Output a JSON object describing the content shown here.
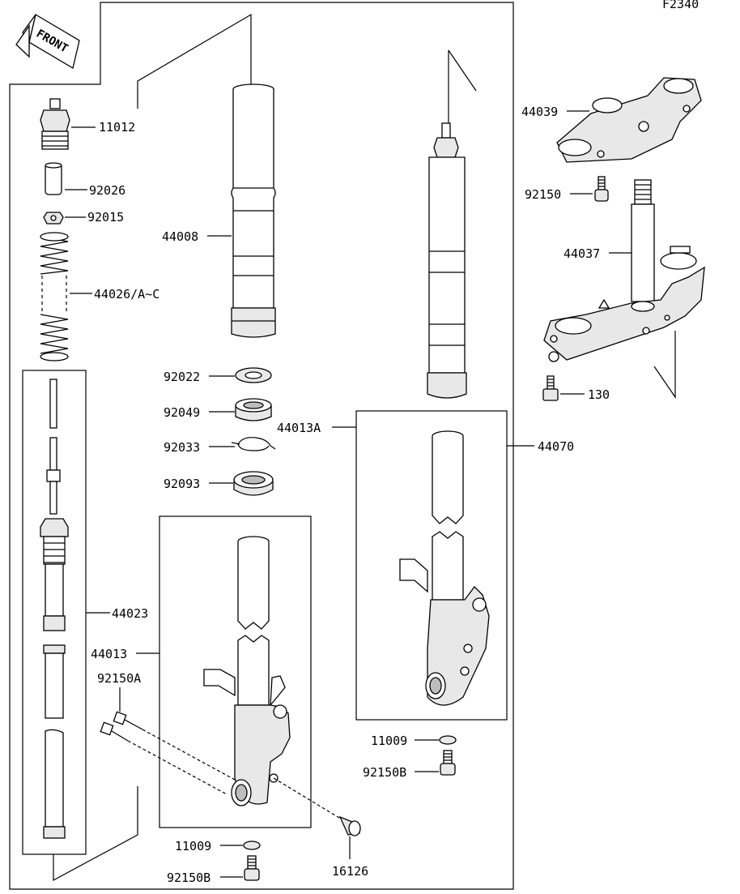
{
  "figure_code": "F2340",
  "front_label": "FRONT",
  "callouts": {
    "p11012": "11012",
    "p92026": "92026",
    "p92015": "92015",
    "p44026": "44026/A~C",
    "p44008": "44008",
    "p92022": "92022",
    "p92049": "92049",
    "p92033": "92033",
    "p92093": "92093",
    "p44023": "44023",
    "p44013": "44013",
    "p92150A": "92150A",
    "p11009_left": "11009",
    "p92150B_left": "92150B",
    "p16126": "16126",
    "p44013A": "44013A",
    "p44070": "44070",
    "p11009_right": "11009",
    "p92150B_right": "92150B",
    "p44039": "44039",
    "p92150": "92150",
    "p44037": "44037",
    "p130": "130"
  }
}
